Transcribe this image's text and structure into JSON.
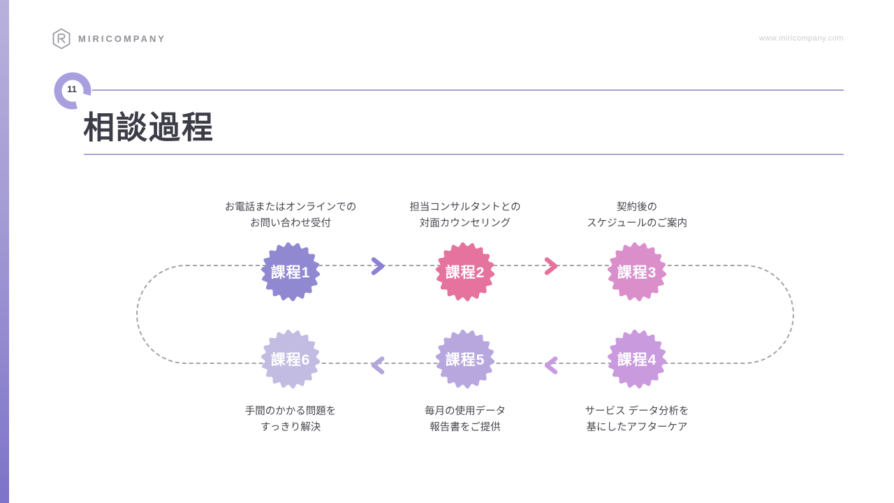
{
  "header": {
    "logo_text": "MIRICOMPANY",
    "url": "www.miricompany.com"
  },
  "title_block": {
    "page_number": "11",
    "title": "相談過程"
  },
  "process": {
    "steps": [
      {
        "label": "課程1",
        "color": "#9089d2",
        "desc_line1": "お電話またはオンラインでの",
        "desc_line2": "お問い合わせ受付",
        "row": "top"
      },
      {
        "label": "課程2",
        "color": "#e5739d",
        "desc_line1": "担当コンサルタントとの",
        "desc_line2": "対面カウンセリング",
        "row": "top"
      },
      {
        "label": "課程3",
        "color": "#da8fcb",
        "desc_line1": "契約後の",
        "desc_line2": "スケジュールのご案内",
        "row": "top"
      },
      {
        "label": "課程4",
        "color": "#ca9ade",
        "desc_line1": "サービス データ分析を",
        "desc_line2": "基にしたアフターケア",
        "row": "bottom"
      },
      {
        "label": "課程5",
        "color": "#b8a7de",
        "desc_line1": "毎月の使用データ",
        "desc_line2": "報告書をご提供",
        "row": "bottom"
      },
      {
        "label": "課程6",
        "color": "#c2bce2",
        "desc_line1": "手間のかかる問題を",
        "desc_line2": "すっきり解決",
        "row": "bottom"
      }
    ],
    "arrows": [
      {
        "direction": "right",
        "color": "#8b82d8"
      },
      {
        "direction": "right",
        "color": "#e8709c"
      },
      {
        "direction": "left",
        "color": "#c99ae0"
      },
      {
        "direction": "left",
        "color": "#b3a6dd"
      }
    ]
  },
  "colors": {
    "ring": "#a8a0de",
    "rule": "#a49cd3",
    "loop_dotted": "#a3a3ab",
    "sidebar_top": "#b9b1dc",
    "sidebar_bottom": "#7d73c8",
    "title_text": "#3d3d48",
    "logo_gray": "#9a9aa2"
  }
}
